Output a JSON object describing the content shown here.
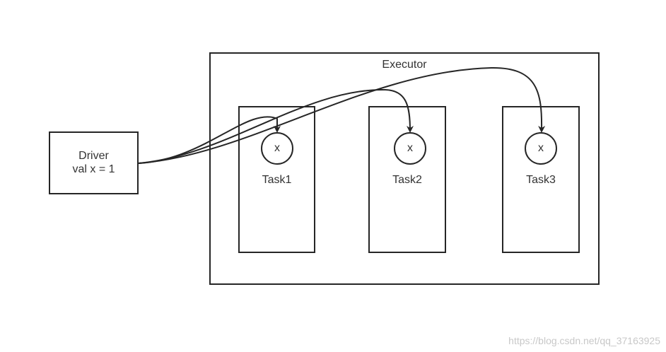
{
  "diagram": {
    "driver": {
      "line1": "Driver",
      "line2": "val x = 1"
    },
    "executor": {
      "label": "Executor"
    },
    "tasks": [
      {
        "label": "Task1",
        "variable": "x"
      },
      {
        "label": "Task2",
        "variable": "x"
      },
      {
        "label": "Task3",
        "variable": "x"
      }
    ],
    "colors": {
      "stroke": "#262626",
      "text": "#333333",
      "background": "#ffffff",
      "watermark": "#c8c8c8"
    }
  },
  "watermark": "https://blog.csdn.net/qq_37163925"
}
